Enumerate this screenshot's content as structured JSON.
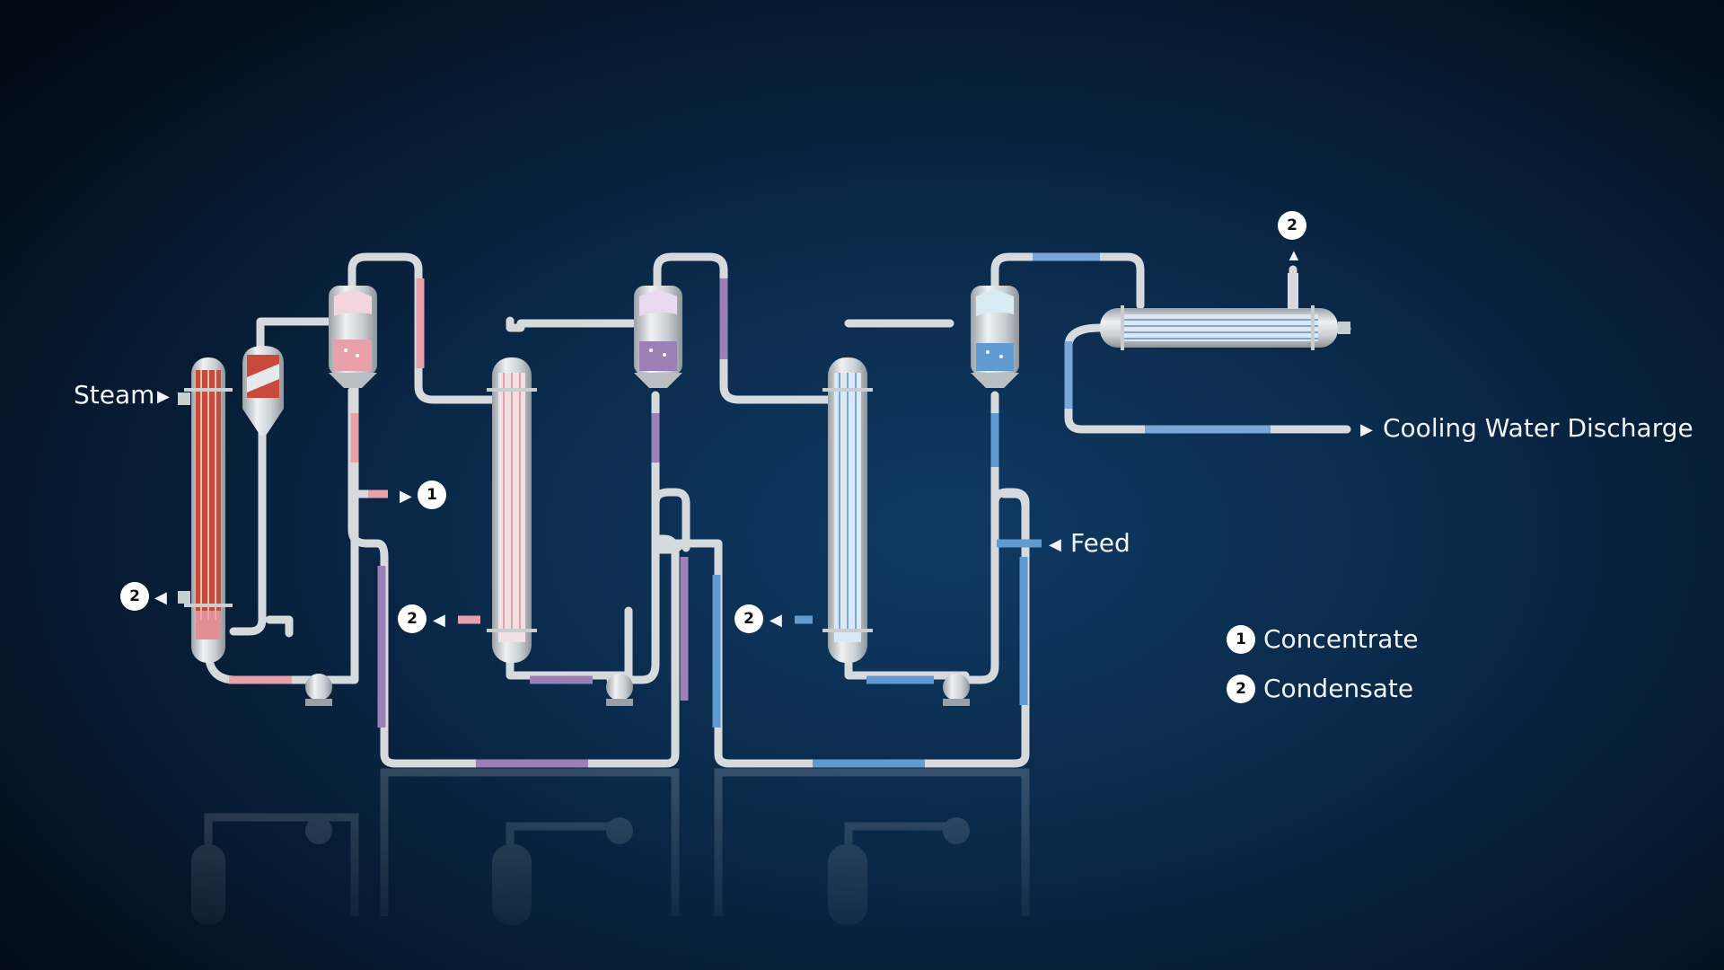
{
  "labels": {
    "steam": "Steam",
    "cooling_water_discharge": "Cooling Water Discharge",
    "feed": "Feed"
  },
  "legend": [
    {
      "number": "1",
      "label": "Concentrate"
    },
    {
      "number": "2",
      "label": "Condensate"
    }
  ],
  "badges": {
    "concentrate_outlet": "1",
    "condensate_stage1": "2",
    "condensate_stage2": "2",
    "condensate_stage3": "2",
    "condensate_condenser": "2"
  },
  "colors": {
    "background": "#0a2a4b",
    "pipe": "#d6dadd",
    "stage1_product": "#c94a3a",
    "stage2_product": "#e8a0aa",
    "stage3_product": "#9d7fb8",
    "stage4_product": "#5f9ad1",
    "cooling_water": "#7aa6d8"
  }
}
